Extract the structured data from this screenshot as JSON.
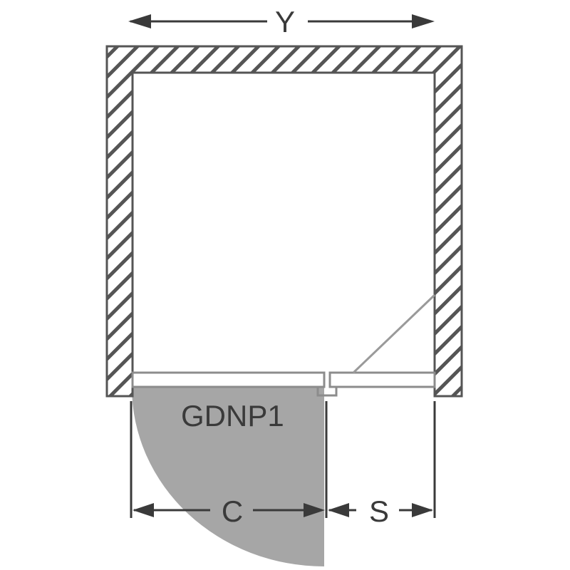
{
  "labels": {
    "width_dimension": "Y",
    "door_width_dimension": "C",
    "fixed_panel_dimension": "S",
    "product_code": "GDNP1"
  },
  "colors": {
    "line": "#555555",
    "hatch": "#555555",
    "door_swing": "#a6a6a6",
    "fixed_glass": "#9a9a9a",
    "background": "#ffffff"
  }
}
